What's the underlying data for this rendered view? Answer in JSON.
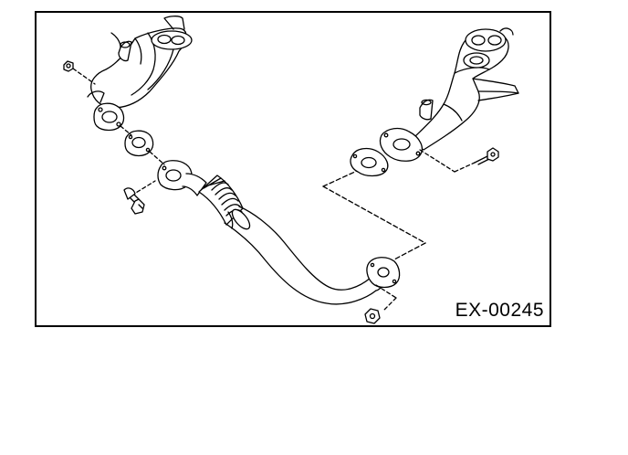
{
  "figure": {
    "code": "EX-00245",
    "line_color": "#000000",
    "background": "#ffffff",
    "parts": [
      {
        "id": "left-exhaust-manifold",
        "icon": "exhaust-manifold-icon"
      },
      {
        "id": "right-exhaust-manifold",
        "icon": "exhaust-manifold-icon"
      },
      {
        "id": "front-exhaust-pipe",
        "icon": "exhaust-pipe-icon"
      },
      {
        "id": "gasket",
        "icon": "gasket-icon"
      },
      {
        "id": "bolt",
        "icon": "bolt-icon"
      },
      {
        "id": "nut",
        "icon": "nut-icon"
      }
    ]
  }
}
